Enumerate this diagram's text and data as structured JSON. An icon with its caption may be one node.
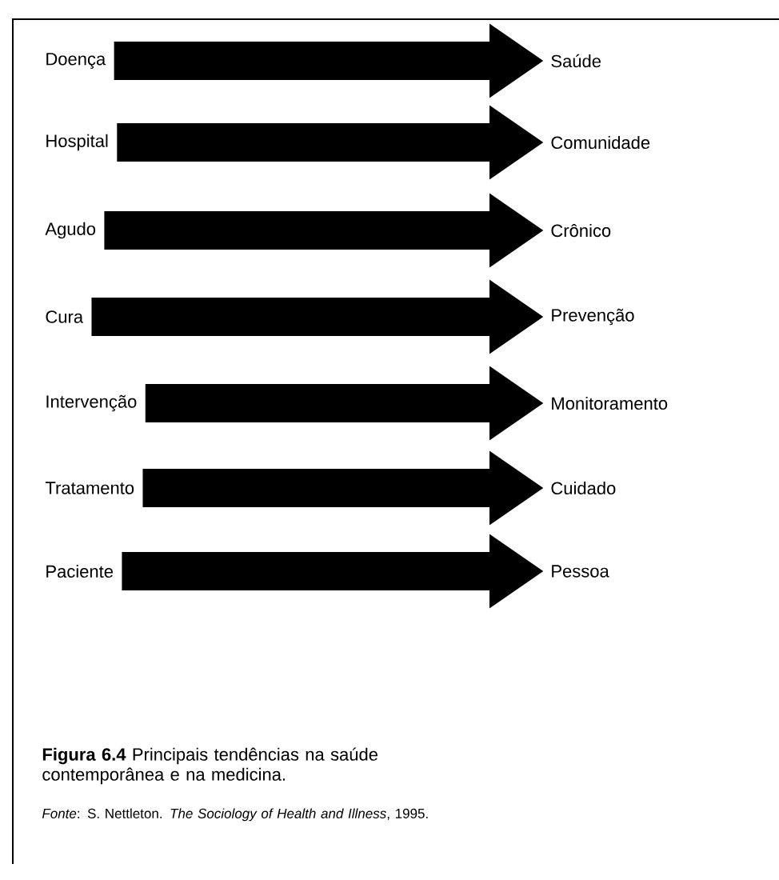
{
  "diagram": {
    "caption": "**Figura 6.4** Principais tendências na saúde contemporânea e na medicina.",
    "nodes": [
      {
        "text": [
          "Doença"
        ]
      },
      {
        "text": [
          "Saúde"
        ]
      },
      {
        "text": [
          "Hospital"
        ]
      },
      {
        "text": [
          "Comunidade"
        ]
      },
      {
        "text": [
          "Agudo"
        ]
      },
      {
        "text": [
          "Crônico"
        ]
      },
      {
        "text": [
          "Cura"
        ]
      },
      {
        "text": [
          "Prevenção"
        ]
      },
      {
        "text": [
          "Intervenção"
        ]
      },
      {
        "text": [
          "Monitoramento"
        ]
      },
      {
        "text": [
          "Tratamento"
        ]
      },
      {
        "text": [
          "Cuidado"
        ]
      },
      {
        "text": [
          "Paciente"
        ]
      },
      {
        "text": [
          "Pessoa"
        ]
      }
    ],
    "edges": [
      {
        "from": 0,
        "to": 1,
        "arrow": "to"
      },
      {
        "from": 2,
        "to": 3,
        "arrow": "to"
      },
      {
        "from": 4,
        "to": 5,
        "arrow": "to"
      },
      {
        "from": 6,
        "to": 7,
        "arrow": "to"
      },
      {
        "from": 8,
        "to": 9,
        "arrow": "to"
      },
      {
        "from": 10,
        "to": 11,
        "arrow": "to"
      },
      {
        "from": 12,
        "to": 13,
        "arrow": "to"
      }
    ],
    "labels": [
      "*Fonte*: S. Nettleton. *The Sociology of Health and Illness*, 1995."
    ]
  }
}
